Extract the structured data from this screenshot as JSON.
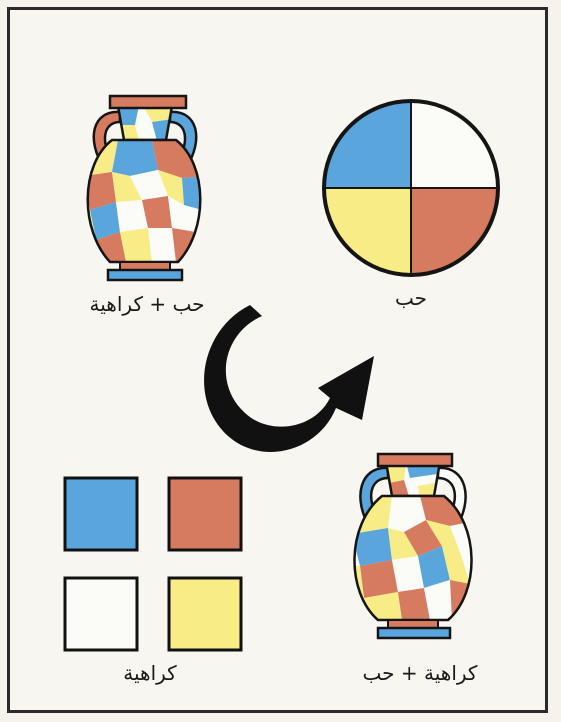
{
  "labels": {
    "love": "حب",
    "love_plus_hate": "حب + كراهية",
    "hate": "كراهية",
    "hate_plus_love": "كراهية + حب"
  },
  "colors": {
    "blue": "#5aa6dc",
    "red": "#d67a60",
    "yellow": "#f8ec86",
    "white": "#fbfbf7",
    "outline": "#151515"
  },
  "swatches": [
    {
      "name": "blue",
      "color": "#5aa6dc"
    },
    {
      "name": "red",
      "color": "#d67a60"
    },
    {
      "name": "white",
      "color": "#fbfbf7"
    },
    {
      "name": "yellow",
      "color": "#f8ec86"
    }
  ]
}
